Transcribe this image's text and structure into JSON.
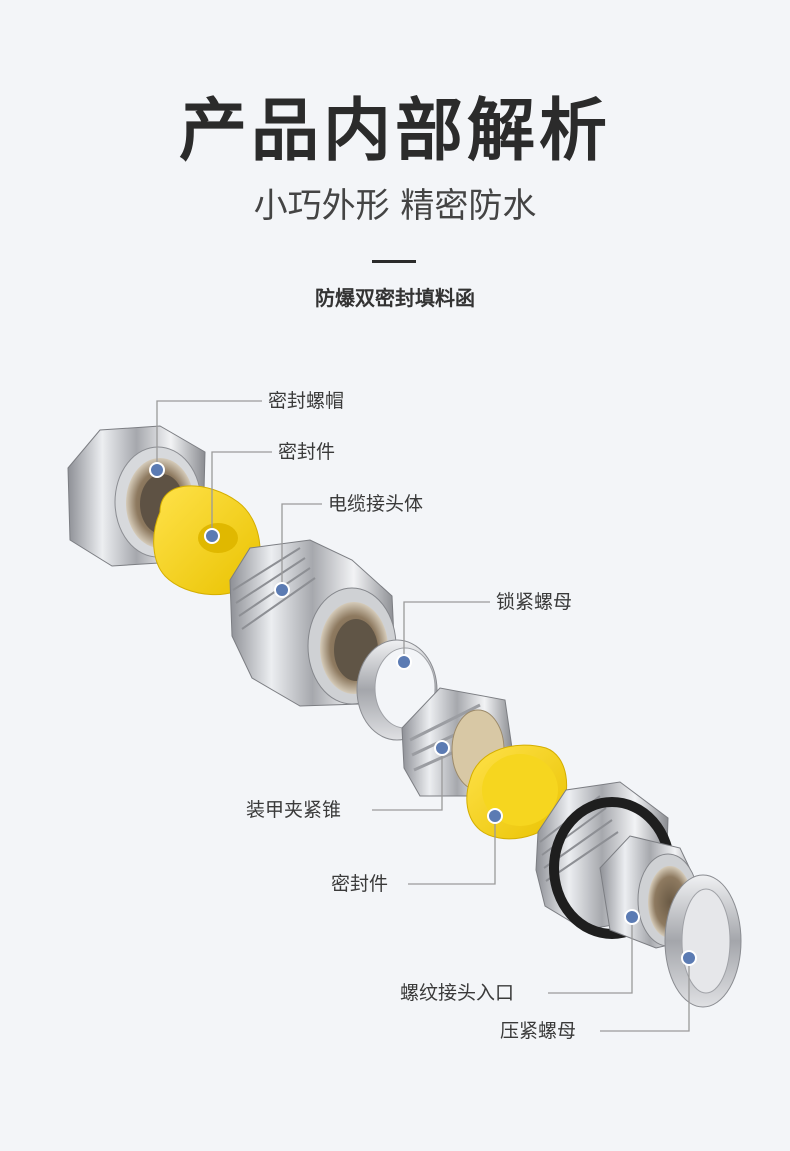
{
  "header": {
    "title": "产品内部解析",
    "subtitle": "小巧外形 精密防水",
    "product_name": "防爆双密封填料函"
  },
  "parts": [
    "密封螺帽",
    "密封件",
    "电缆接头体",
    "锁紧螺母",
    "装甲夹紧锥",
    "密封件",
    "螺纹接头入口",
    "压紧螺母"
  ],
  "colors": {
    "background": "#f3f5f8",
    "seal_yellow": "#f5d31e",
    "metal": "#c9cbcf",
    "gasket": "#1e1e1e",
    "marker": "#5b7bb3"
  }
}
